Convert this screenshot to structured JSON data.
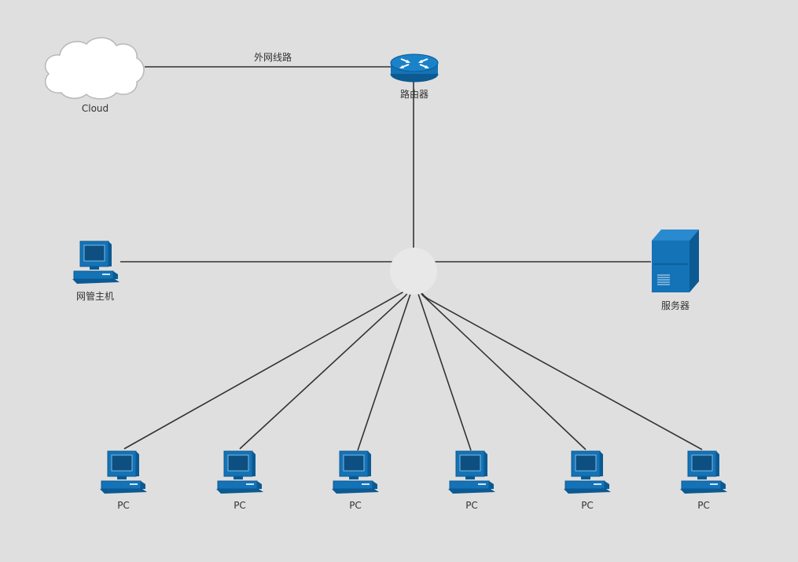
{
  "nodes": {
    "cloud": {
      "label": "Cloud"
    },
    "router": {
      "label": "路由器"
    },
    "admin": {
      "label": "网管主机"
    },
    "server": {
      "label": "服务器"
    },
    "pcs": [
      {
        "label": "PC"
      },
      {
        "label": "PC"
      },
      {
        "label": "PC"
      },
      {
        "label": "PC"
      },
      {
        "label": "PC"
      },
      {
        "label": "PC"
      }
    ]
  },
  "edges": {
    "wan_label": "外网线路"
  },
  "colors": {
    "background": "#dfdfdf",
    "device_blue": "#1473b7",
    "device_dark": "#0c5a92",
    "line": "#333333",
    "cloud_fill": "#ffffff",
    "cloud_stroke": "#b8b8b8"
  },
  "icons": {
    "cloud": "cloud-icon",
    "router": "router-icon",
    "admin": "computer-icon",
    "server": "server-icon",
    "pc": "computer-icon"
  }
}
